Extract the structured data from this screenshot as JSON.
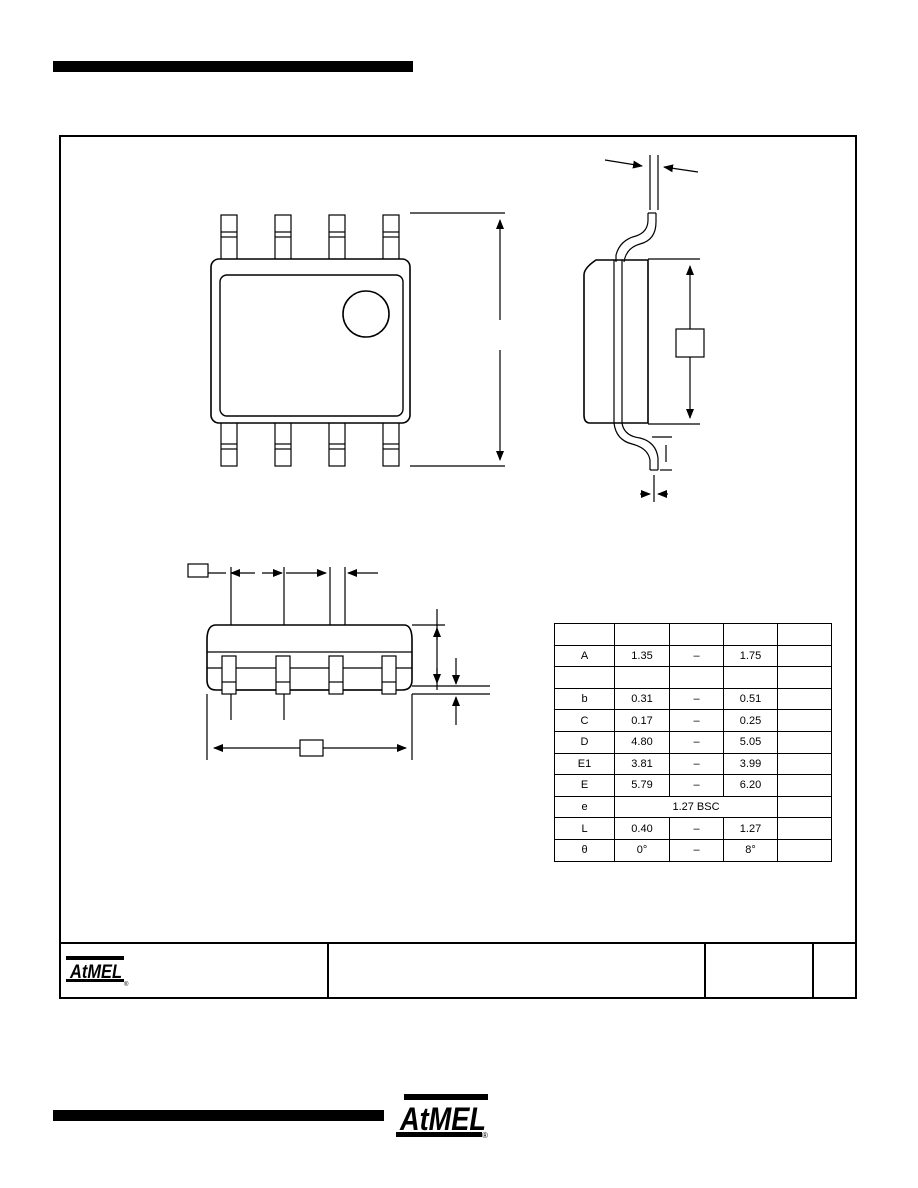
{
  "brand": {
    "logo_text": "AtMEL",
    "registered_mark": "®"
  },
  "table": {
    "header": [
      "",
      "",
      "",
      "",
      ""
    ],
    "rows": [
      {
        "symbol": "A",
        "min": "1.35",
        "nom": "–",
        "max": "1.75",
        "note": ""
      },
      {
        "symbol": "",
        "min": "",
        "nom": "",
        "max": "",
        "note": ""
      },
      {
        "symbol": "b",
        "min": "0.31",
        "nom": "–",
        "max": "0.51",
        "note": ""
      },
      {
        "symbol": "C",
        "min": "0.17",
        "nom": "–",
        "max": "0.25",
        "note": ""
      },
      {
        "symbol": "D",
        "min": "4.80",
        "nom": "–",
        "max": "5.05",
        "note": ""
      },
      {
        "symbol": "E1",
        "min": "3.81",
        "nom": "–",
        "max": "3.99",
        "note": ""
      },
      {
        "symbol": "E",
        "min": "5.79",
        "nom": "–",
        "max": "6.20",
        "note": ""
      },
      {
        "symbol": "e",
        "span": "1.27 BSC",
        "note": ""
      },
      {
        "symbol": "L",
        "min": "0.40",
        "nom": "–",
        "max": "1.27",
        "note": ""
      },
      {
        "symbol": "θ",
        "min": "0°",
        "nom": "–",
        "max": "8°",
        "note": ""
      }
    ]
  }
}
